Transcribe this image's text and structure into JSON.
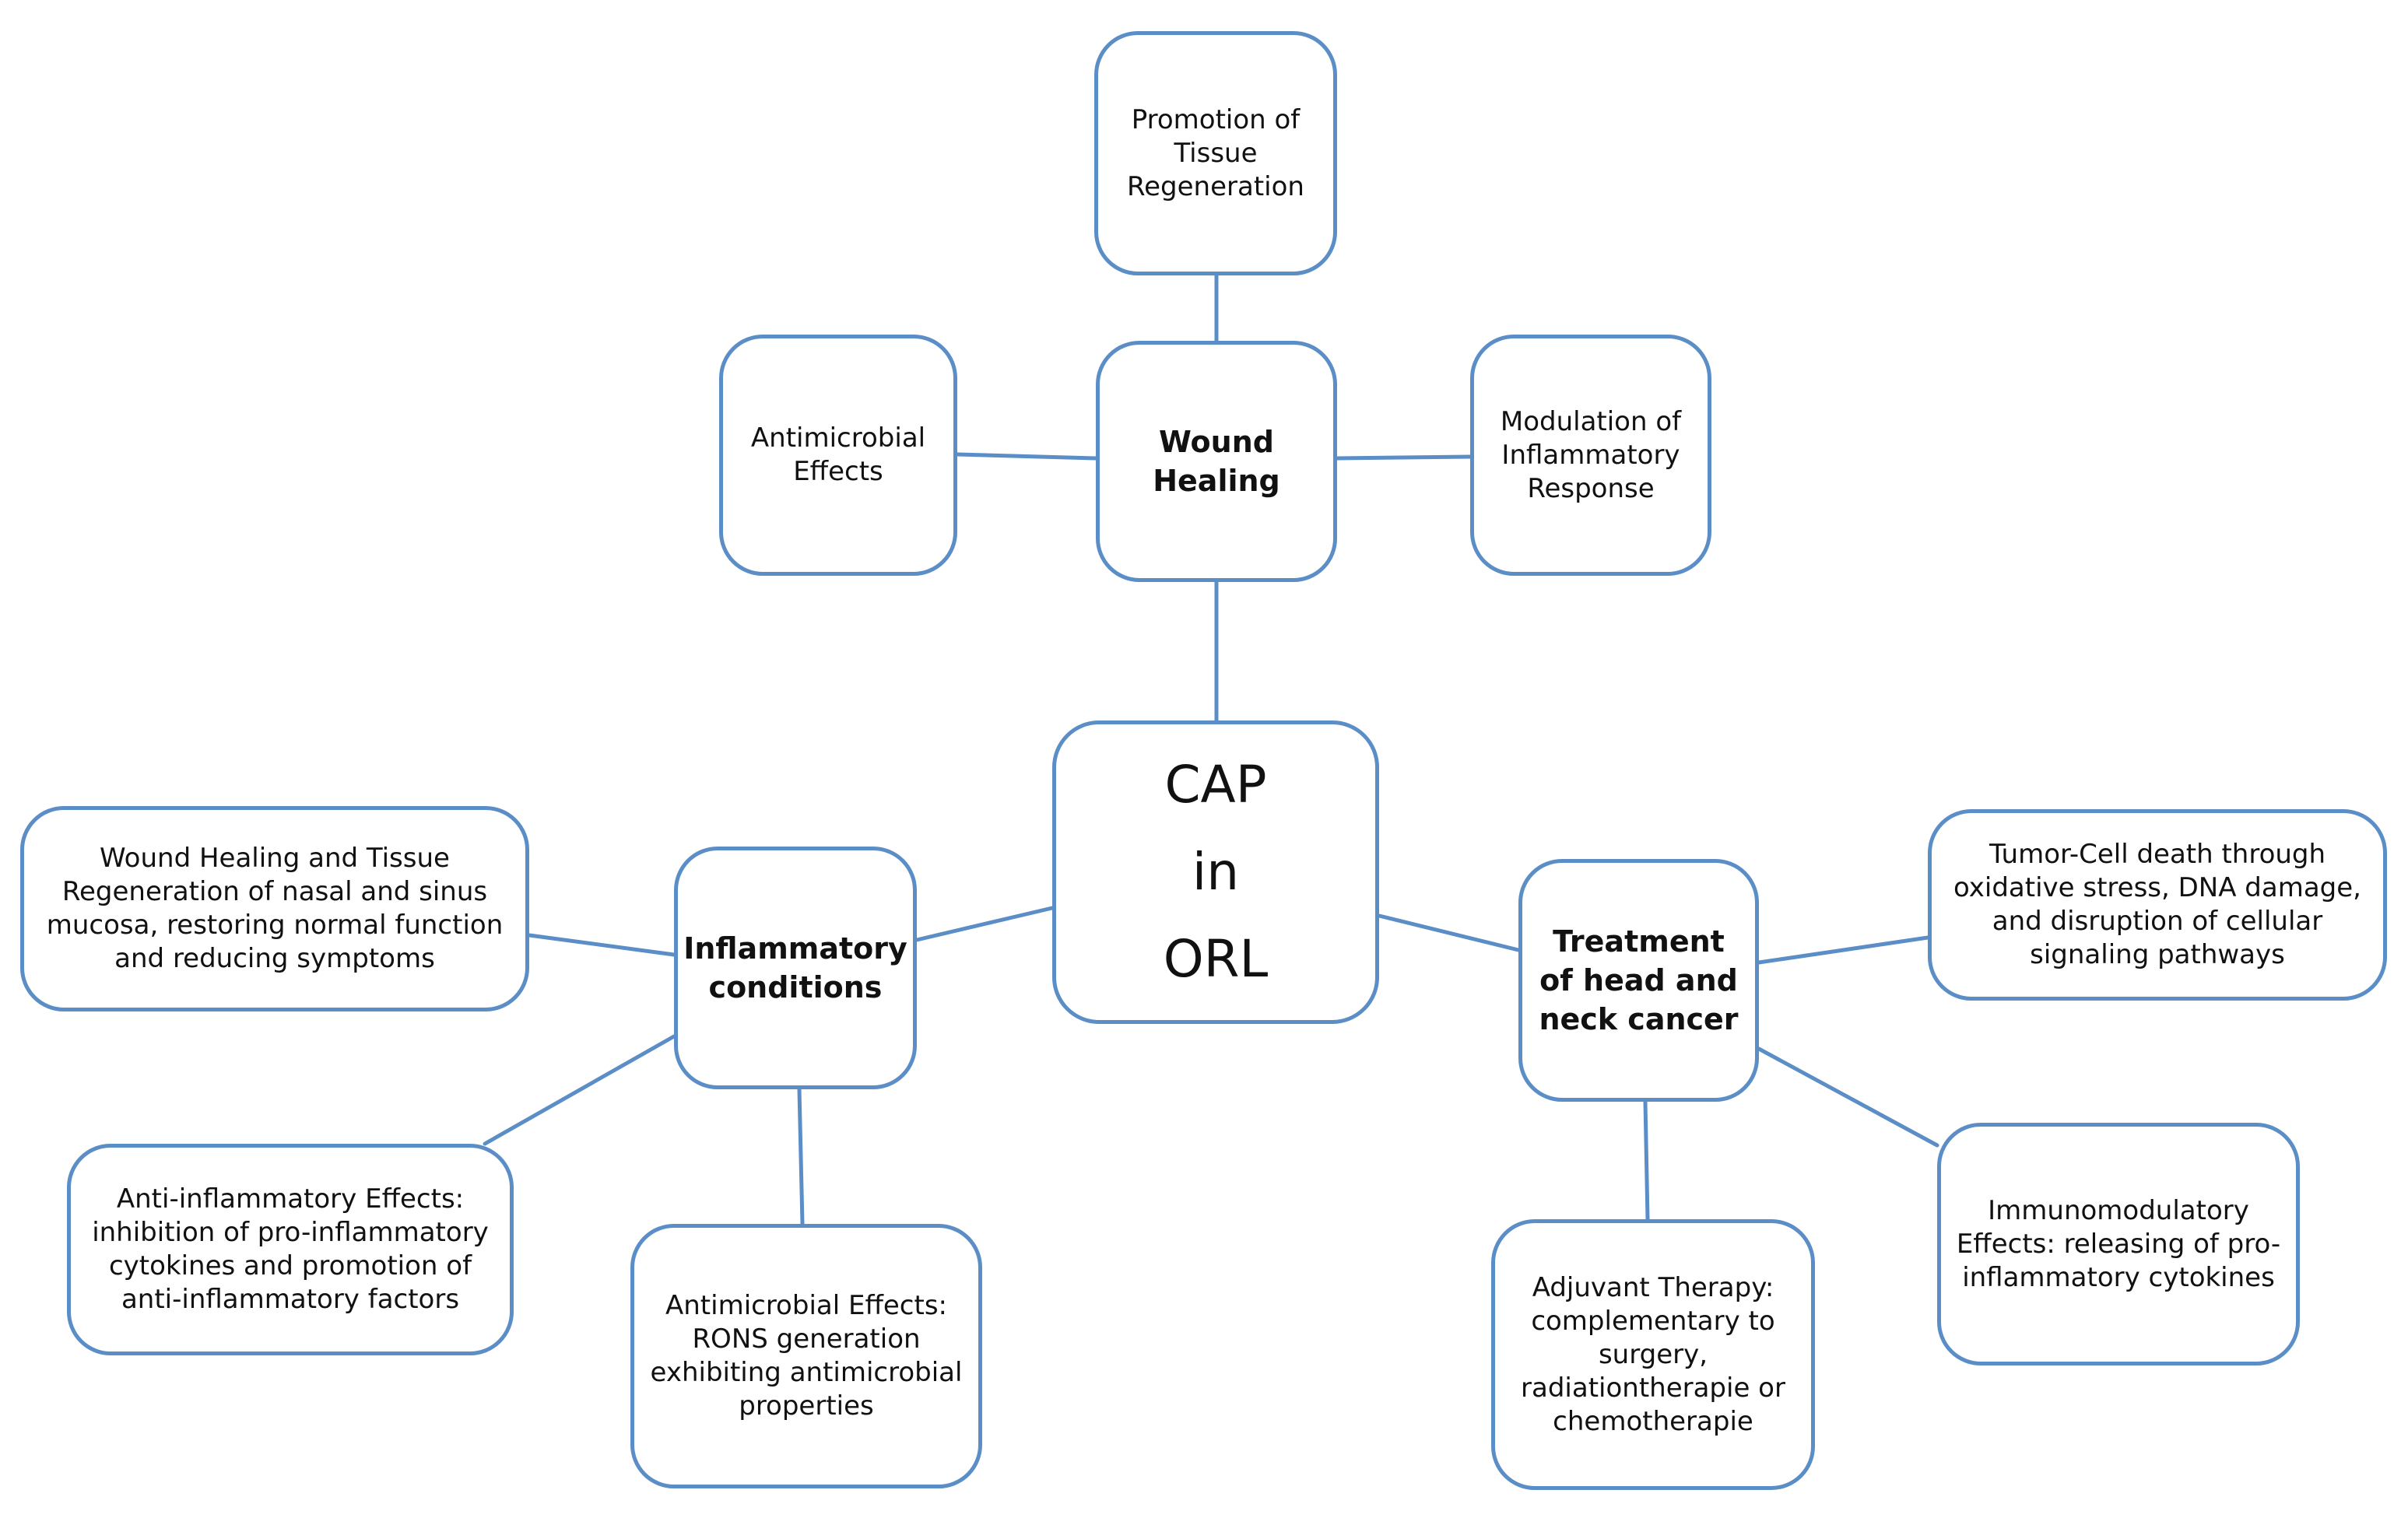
{
  "diagram": {
    "center": {
      "line1": "CAP",
      "line2": "in",
      "line3": "ORL"
    },
    "hubs": {
      "wound_healing": "Wound Healing",
      "inflammatory": "Inflammatory conditions",
      "cancer": "Treatment of head and neck cancer"
    },
    "leaves": {
      "tissue_regeneration": "Promotion of Tissue Regeneration",
      "antimicrobial_effects": "Antimicrobial Effects",
      "modulation_inflammatory": "Modulation of Inflammatory Response",
      "nasal_sinus": "Wound Healing and Tissue Regeneration of nasal and sinus mucosa, restoring normal function and reducing symptoms",
      "anti_inflammatory": "Anti-inflammatory Effects: inhibition of pro-inflammatory cytokines and promotion of anti-inflammatory factors",
      "antimicrobial_rons": "Antimicrobial Effects: RONS generation exhibiting antimicrobial properties",
      "tumor_cell_death": "Tumor-Cell death through oxidative stress, DNA damage, and disruption of cellular signaling pathways",
      "immunomodulatory": "Immunomodulatory Effects: releasing of pro-inflammatory cytokines",
      "adjuvant": "Adjuvant Therapy: complementary to surgery, radiationtherapie or chemotherapie"
    },
    "colors": {
      "border": "#5b8ec6",
      "connector": "#5b8ec6",
      "text": "#111111",
      "background": "#ffffff"
    }
  }
}
